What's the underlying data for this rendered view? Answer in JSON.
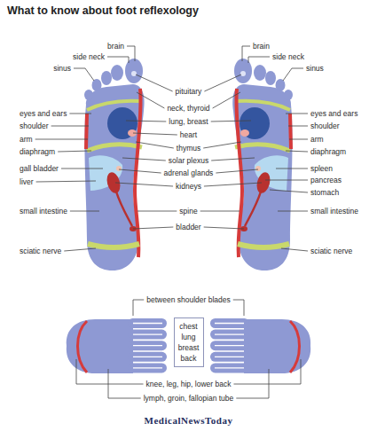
{
  "diagram": {
    "title": "What to know about foot reflexology",
    "nodes": [
      {
        "text": [
          "chest",
          "lung",
          "breast",
          "back"
        ]
      }
    ],
    "labels": [
      "brain",
      "side neck",
      "sinus",
      "eyes and ears",
      "shoulder",
      "arm",
      "diaphragm",
      "gall bladder",
      "liver",
      "small intestine",
      "sciatic nerve",
      "pituitary",
      "neck, thyroid",
      "lung, breast",
      "heart",
      "thymus",
      "solar plexus",
      "adrenal glands",
      "kidneys",
      "spine",
      "bladder",
      "brain",
      "side neck",
      "sinus",
      "eyes and ears",
      "shoulder",
      "arm",
      "diaphragm",
      "spleen",
      "pancreas",
      "stomach",
      "small intestine",
      "sciatic nerve",
      "between shoulder blades",
      "knee, leg, hip, lower back",
      "lymph, groin, fallopian tube",
      "MedicalNewsToday"
    ]
  }
}
